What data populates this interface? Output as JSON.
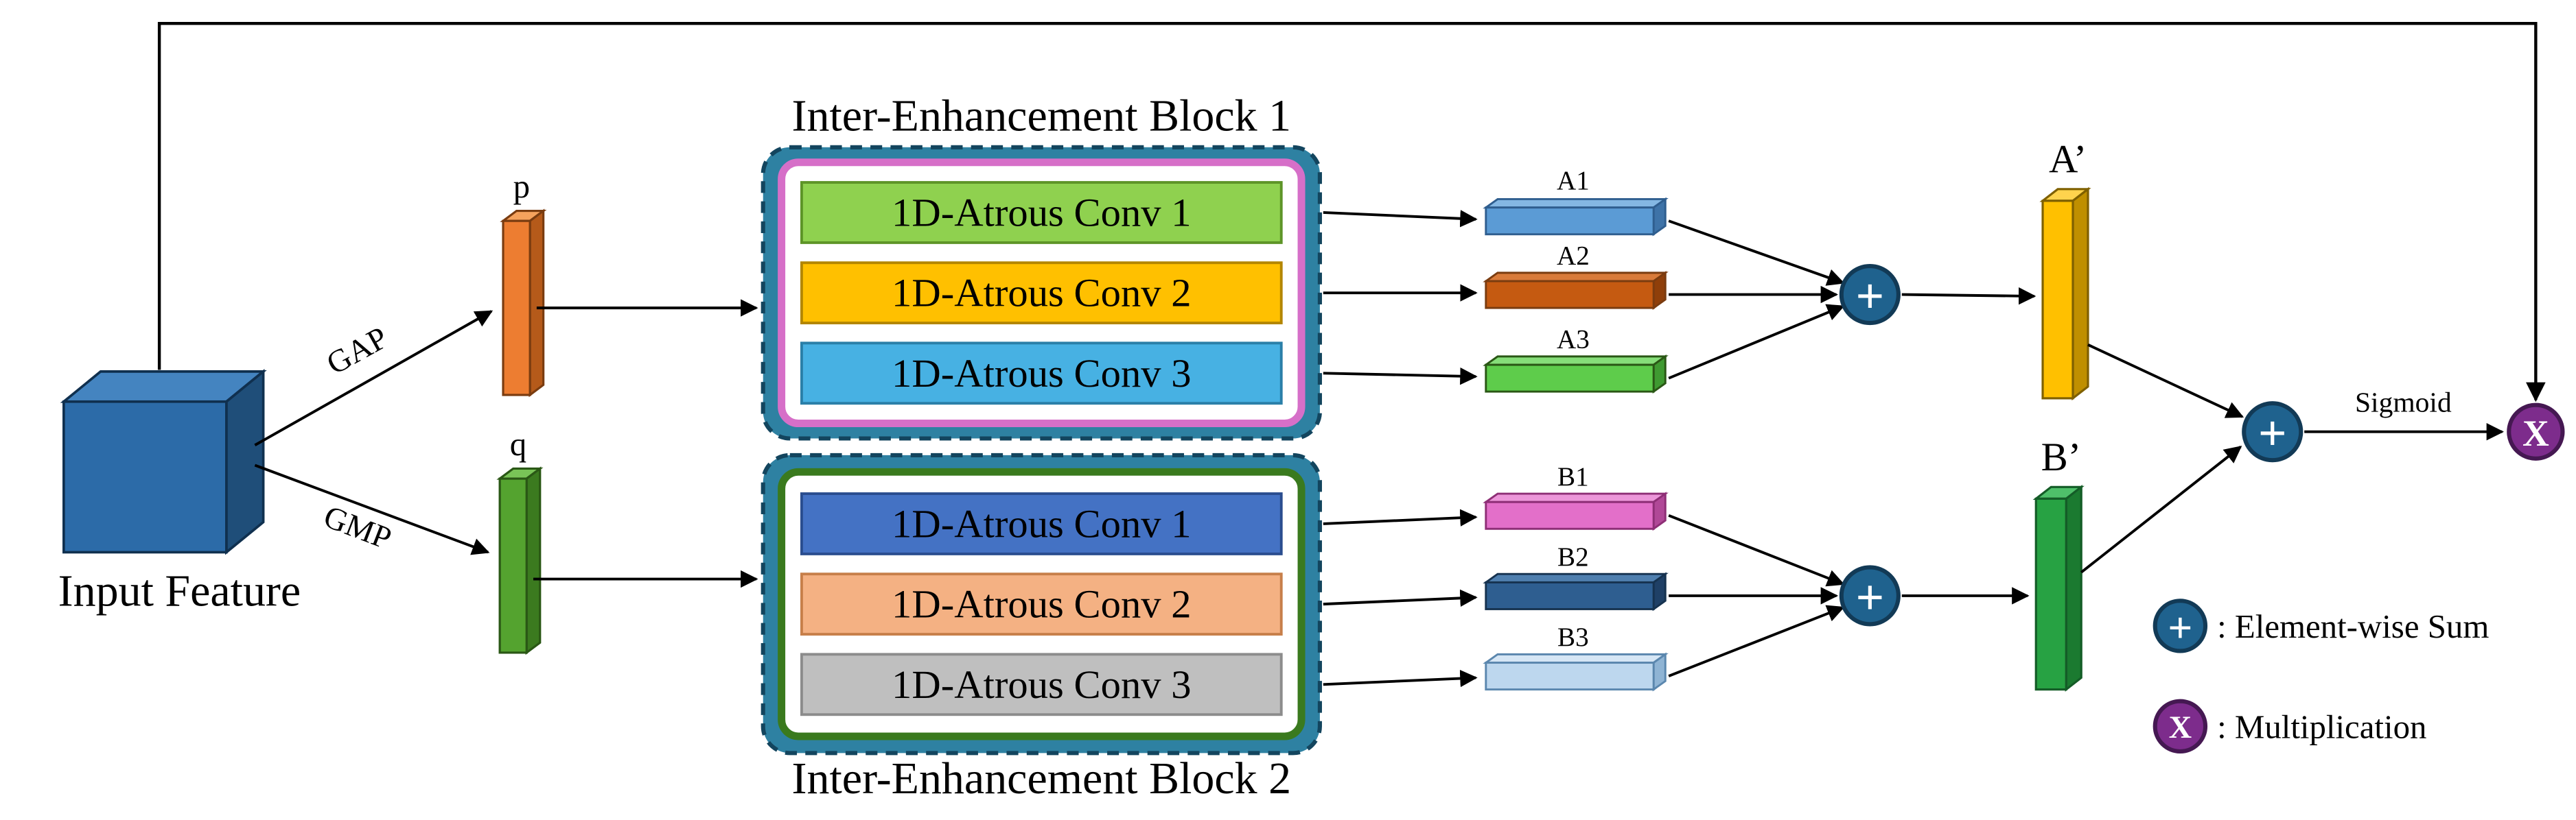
{
  "diagram": {
    "input_label": "Input Feature",
    "pool": {
      "gap": "GAP",
      "gmp": "GMP"
    },
    "p_label": "p",
    "q_label": "q",
    "block1": {
      "title": "Inter-Enhancement Block 1",
      "convs": [
        "1D-Atrous Conv 1",
        "1D-Atrous Conv 2",
        "1D-Atrous Conv 3"
      ]
    },
    "block2": {
      "title": "Inter-Enhancement Block 2",
      "convs": [
        "1D-Atrous Conv 1",
        "1D-Atrous Conv 2",
        "1D-Atrous Conv 3"
      ]
    },
    "a_bars": [
      "A1",
      "A2",
      "A3"
    ],
    "b_bars": [
      "B1",
      "B2",
      "B3"
    ],
    "a_prime": "A’",
    "b_prime": "B’",
    "sigmoid_label": "Sigmoid",
    "ops": {
      "sum": "+",
      "mul": "X"
    },
    "legend": {
      "sum_text": ": Element-wise Sum",
      "mul_text": ": Multiplication"
    },
    "colors": {
      "input_cube": "#2C6BA8",
      "p_bar": "#ED7D31",
      "q_bar": "#54A32F",
      "block_outer_fill": "#2E81A2",
      "block1_border": "#D66FC8",
      "block2_border": "#3A7A1E",
      "block1_convs": [
        "#8FD14F",
        "#FFC000",
        "#47B1E3"
      ],
      "block2_convs": [
        "#4472C4",
        "#F4B183",
        "#BFBFBF"
      ],
      "a_bars": [
        "#5B9BD5",
        "#C55A11",
        "#5ECC4B"
      ],
      "b_bars": [
        "#E36FC9",
        "#2E5E90",
        "#BDD7EE"
      ],
      "a_prime": "#FFC000",
      "b_prime": "#27A243",
      "sum_circle": "#1F628E",
      "mul_circle": "#7D2C8C"
    }
  }
}
